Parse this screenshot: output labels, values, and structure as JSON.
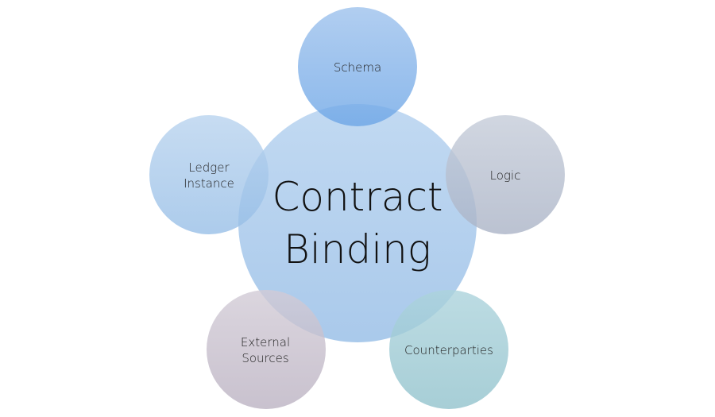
{
  "diagram": {
    "center": {
      "line1": "Contract",
      "line2": "Binding",
      "color": "#a9c9ea"
    },
    "satellites": [
      {
        "id": "schema",
        "line1": "Schema",
        "line2": "",
        "color": "#7fb0e8"
      },
      {
        "id": "logic",
        "line1": "Logic",
        "line2": "",
        "color": "#b7bfcf"
      },
      {
        "id": "counterparties",
        "line1": "Counterparties",
        "line2": "",
        "color": "#9fcad3"
      },
      {
        "id": "external-sources",
        "line1": "External",
        "line2": "Sources",
        "color": "#c6bfcc"
      },
      {
        "id": "ledger-instance",
        "line1": "Ledger",
        "line2": "Instance",
        "color": "#a6c6e8"
      }
    ]
  }
}
